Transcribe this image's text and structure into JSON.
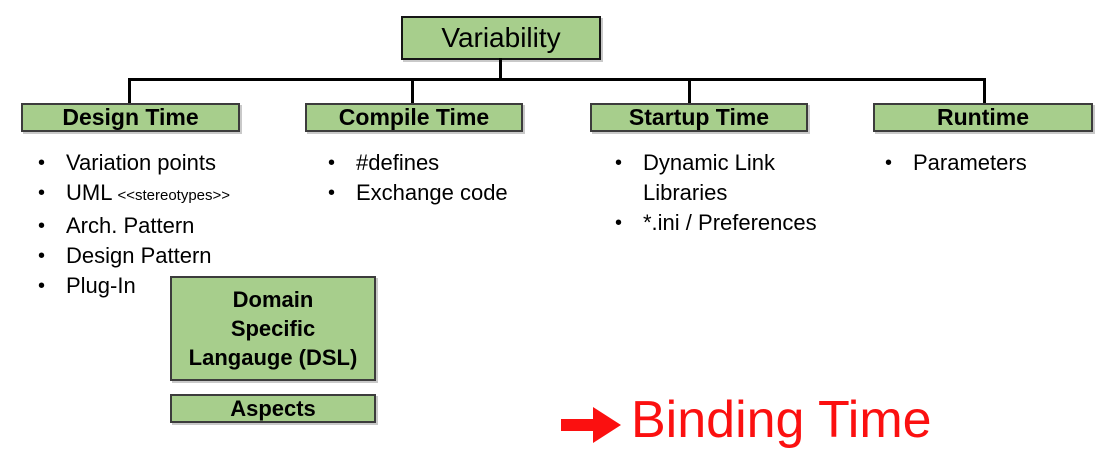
{
  "palette": {
    "box_fill": "#A7CE8C",
    "box_border": "#3C3C3C",
    "root_border": "#161616",
    "connector": "#000000",
    "accent_red": "#FB1010",
    "text": "#000000"
  },
  "list_style": {
    "bullet": "•"
  },
  "root": {
    "label": "Variability"
  },
  "branches": [
    {
      "header": "Design Time",
      "items": [
        {
          "text": "Variation points"
        },
        {
          "text": "UML",
          "small": "<<stereotypes>>"
        },
        {
          "text": "Arch. Pattern"
        },
        {
          "text": "Design Pattern"
        },
        {
          "text": "Plug-In"
        }
      ]
    },
    {
      "header": "Compile Time",
      "items": [
        {
          "text": "#defines"
        },
        {
          "text": "Exchange code"
        }
      ]
    },
    {
      "header": "Startup Time",
      "items": [
        {
          "text": "Dynamic Link Libraries"
        },
        {
          "text": "*.ini / Preferences"
        }
      ]
    },
    {
      "header": "Runtime",
      "items": [
        {
          "text": "Parameters"
        }
      ]
    }
  ],
  "dsl_box": {
    "lines": [
      "Domain",
      "Specific",
      "Langauge (DSL)"
    ]
  },
  "aspects_box": {
    "label": "Aspects"
  },
  "annotation": {
    "icon": "red-right-arrow",
    "label": "Binding Time"
  }
}
